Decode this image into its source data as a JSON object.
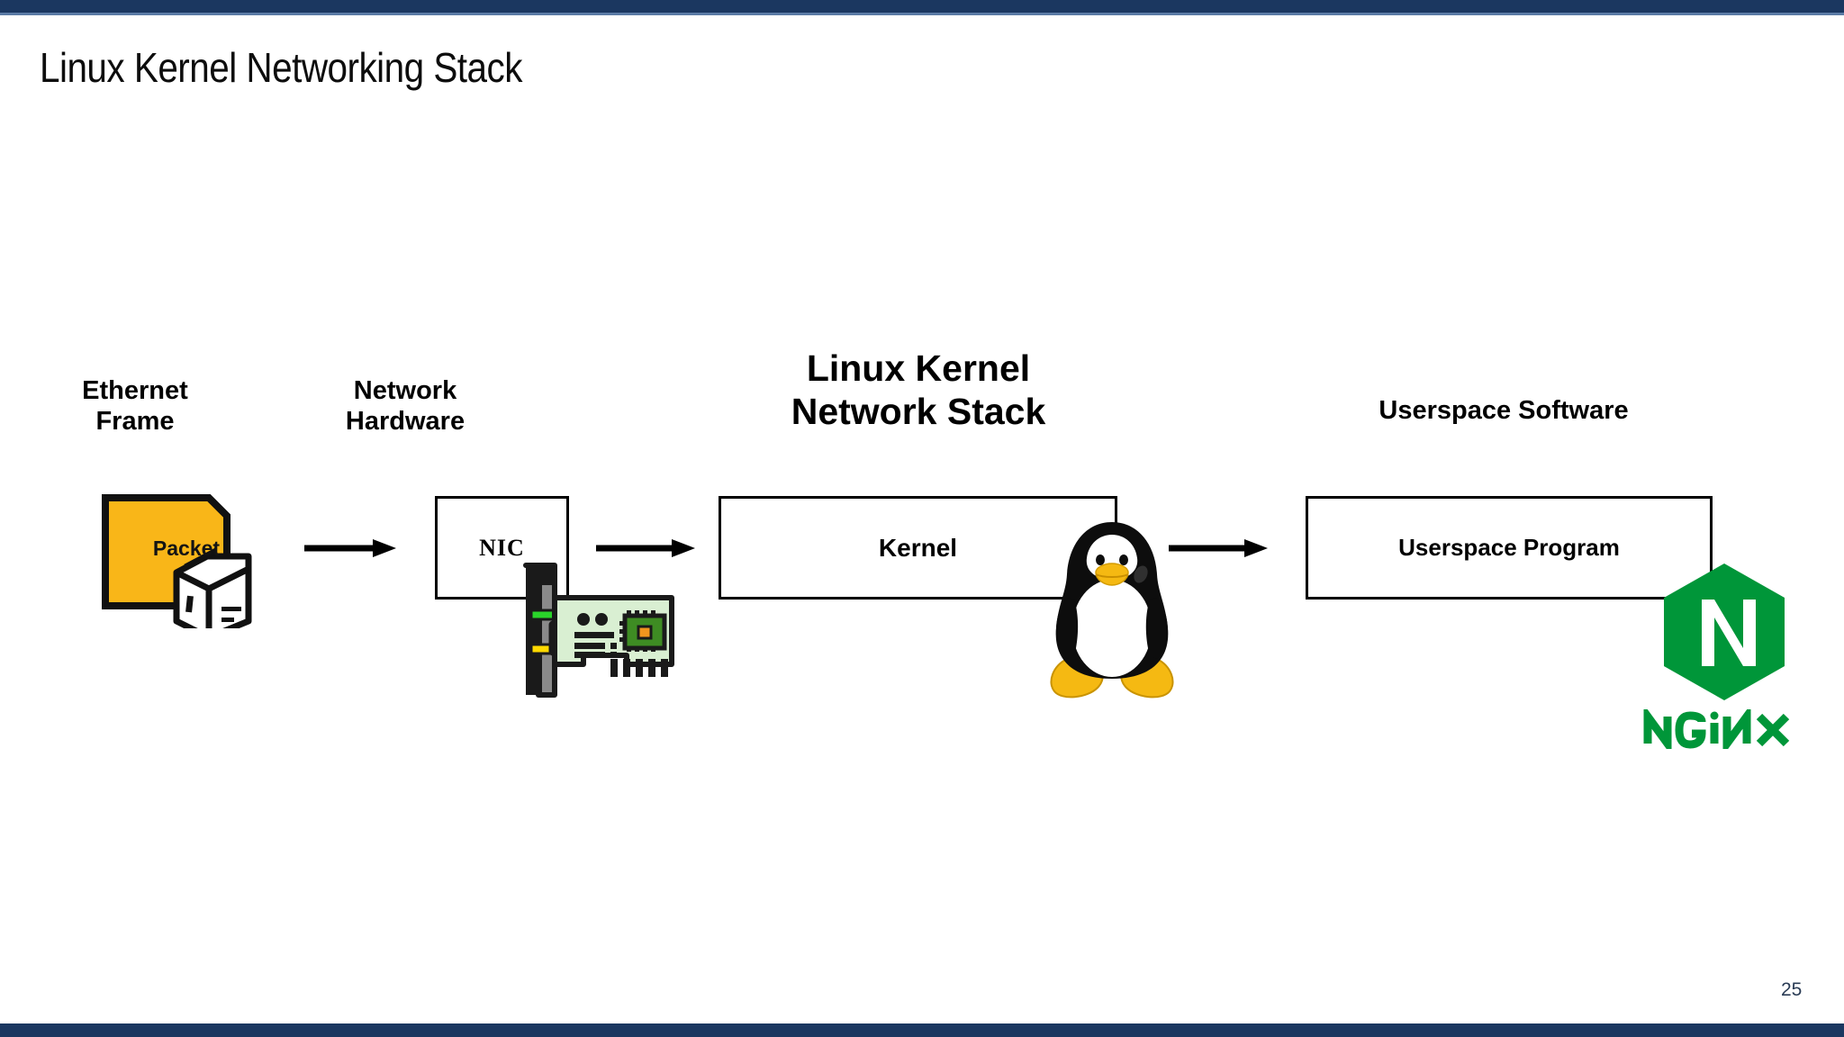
{
  "slide": {
    "title": "Linux Kernel Networking Stack",
    "page_number": "25",
    "top_bar_color": "#1b3760",
    "top_bar_accent_color": "#5b7ba6",
    "bottom_bar_color": "#1b3760",
    "background_color": "#ffffff"
  },
  "diagram": {
    "columns": [
      {
        "id": "ethernet-frame",
        "label": "Ethernet\nFrame",
        "font_size": 29
      },
      {
        "id": "network-hardware",
        "label": "Network\nHardware",
        "font_size": 29
      },
      {
        "id": "linux-kernel-stack",
        "label": "Linux Kernel\nNetwork Stack",
        "font_size": 41
      },
      {
        "id": "userspace-software",
        "label": "Userspace Software",
        "font_size": 29
      }
    ],
    "boxes": [
      {
        "id": "nic-box",
        "label": "NIC"
      },
      {
        "id": "kernel-box",
        "label": "Kernel"
      },
      {
        "id": "userspace-box",
        "label": "Userspace Program"
      }
    ],
    "packet": {
      "label": "Packet",
      "fill_color": "#f9b618",
      "stroke_color": "#111111",
      "parcel_fill": "#ffffff"
    },
    "nic_card": {
      "board_color": "#d9efd2",
      "chip_color": "#3e8c23",
      "chip_core_color": "#f0951e",
      "bracket_color": "#8a8a8a",
      "outline_color": "#1a1a1a",
      "led_green": "#2ad42a",
      "led_yellow": "#ffd900",
      "connector_color": "#1a1a1a"
    },
    "tux": {
      "name": "linux-tux-penguin",
      "body_color": "#0d0d0d",
      "belly_color": "#ffffff",
      "beak_color": "#f5b912",
      "feet_color": "#f5b912"
    },
    "nginx": {
      "wordmark": "NGINX",
      "hex_color": "#009639",
      "letter_color": "#ffffff",
      "word_color": "#009639"
    },
    "arrows": [
      {
        "id": "arrow-frame-to-nic"
      },
      {
        "id": "arrow-nic-to-kernel"
      },
      {
        "id": "arrow-kernel-to-userspace"
      }
    ],
    "icon_names": [
      "packet-document-icon",
      "parcel-box-icon",
      "network-interface-card-icon",
      "linux-tux-penguin-icon",
      "nginx-logo-icon",
      "arrow-right-icon"
    ]
  }
}
